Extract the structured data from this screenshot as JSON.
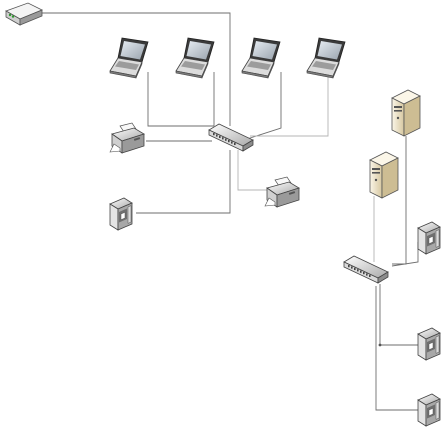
{
  "diagram": {
    "kind": "network-topology",
    "labels": [],
    "devices": [
      {
        "id": "modem",
        "icon": "modem-icon"
      },
      {
        "id": "laptop-1",
        "icon": "laptop-icon"
      },
      {
        "id": "laptop-2",
        "icon": "laptop-icon"
      },
      {
        "id": "laptop-3",
        "icon": "laptop-icon"
      },
      {
        "id": "laptop-4",
        "icon": "laptop-icon"
      },
      {
        "id": "switch-1",
        "icon": "switch-icon"
      },
      {
        "id": "printer-1",
        "icon": "printer-icon"
      },
      {
        "id": "printer-2",
        "icon": "printer-icon"
      },
      {
        "id": "scanner-1",
        "icon": "scanner-icon"
      },
      {
        "id": "server-1",
        "icon": "server-tower-icon"
      },
      {
        "id": "server-2",
        "icon": "server-tower-icon"
      },
      {
        "id": "switch-2",
        "icon": "switch-icon"
      },
      {
        "id": "scanner-2",
        "icon": "scanner-icon"
      },
      {
        "id": "scanner-3",
        "icon": "scanner-icon"
      },
      {
        "id": "scanner-4",
        "icon": "scanner-icon"
      }
    ],
    "connections": [
      [
        "modem",
        "switch-1"
      ],
      [
        "laptop-1",
        "switch-1"
      ],
      [
        "laptop-2",
        "switch-1"
      ],
      [
        "laptop-3",
        "switch-1"
      ],
      [
        "laptop-4",
        "switch-1"
      ],
      [
        "printer-1",
        "switch-1"
      ],
      [
        "printer-2",
        "switch-1"
      ],
      [
        "scanner-1",
        "switch-1"
      ],
      [
        "server-1",
        "switch-2"
      ],
      [
        "server-2",
        "switch-2"
      ],
      [
        "scanner-2",
        "switch-2"
      ],
      [
        "scanner-3",
        "switch-2"
      ],
      [
        "scanner-4",
        "switch-2"
      ]
    ],
    "colors": {
      "cable": "#6e6e6e",
      "cable_light": "#b4b4b4",
      "device_light": "#f2f2f2",
      "device_mid": "#c8c8c8",
      "device_dark": "#7a7a7a",
      "server_body": "#efe4c6",
      "modem_led": "#2e9a2e"
    }
  }
}
